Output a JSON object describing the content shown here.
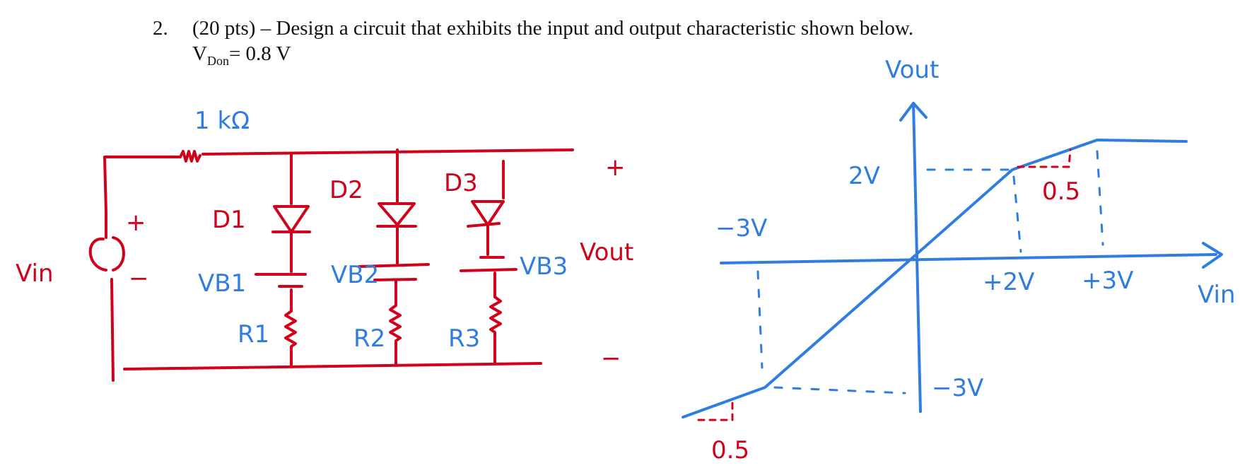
{
  "problem": {
    "number": "2.",
    "statement": "(20 pts) – Design a circuit that exhibits the input and output characteristic shown below.",
    "vdon_sym": "V",
    "vdon_sub": "Don",
    "vdon_val": "= 0.8 V"
  },
  "circuit": {
    "resistor_label": "1 kΩ",
    "source_label": "Vin",
    "source_plus": "+",
    "source_minus": "−",
    "d1": "D1",
    "d2": "D2",
    "d3": "D3",
    "vb1": "VB1",
    "vb2": "VB2",
    "vb3": "VB3",
    "r1": "R1",
    "r2": "R2",
    "r3": "R3",
    "out_plus": "+",
    "out_label": "Vout",
    "out_minus": "−"
  },
  "graph": {
    "y_axis_label": "Vout",
    "x_axis_label": "Vin",
    "y_2v": "2V",
    "y_neg3v": "−3V",
    "x_neg3v": "−3V",
    "x_2v": "+2V",
    "x_3v": "+3V",
    "slope_upper": "0.5",
    "slope_lower": "0.5"
  },
  "colors": {
    "circuit": "#d0021b",
    "graph": "#2f7de1",
    "text": "#111111"
  }
}
